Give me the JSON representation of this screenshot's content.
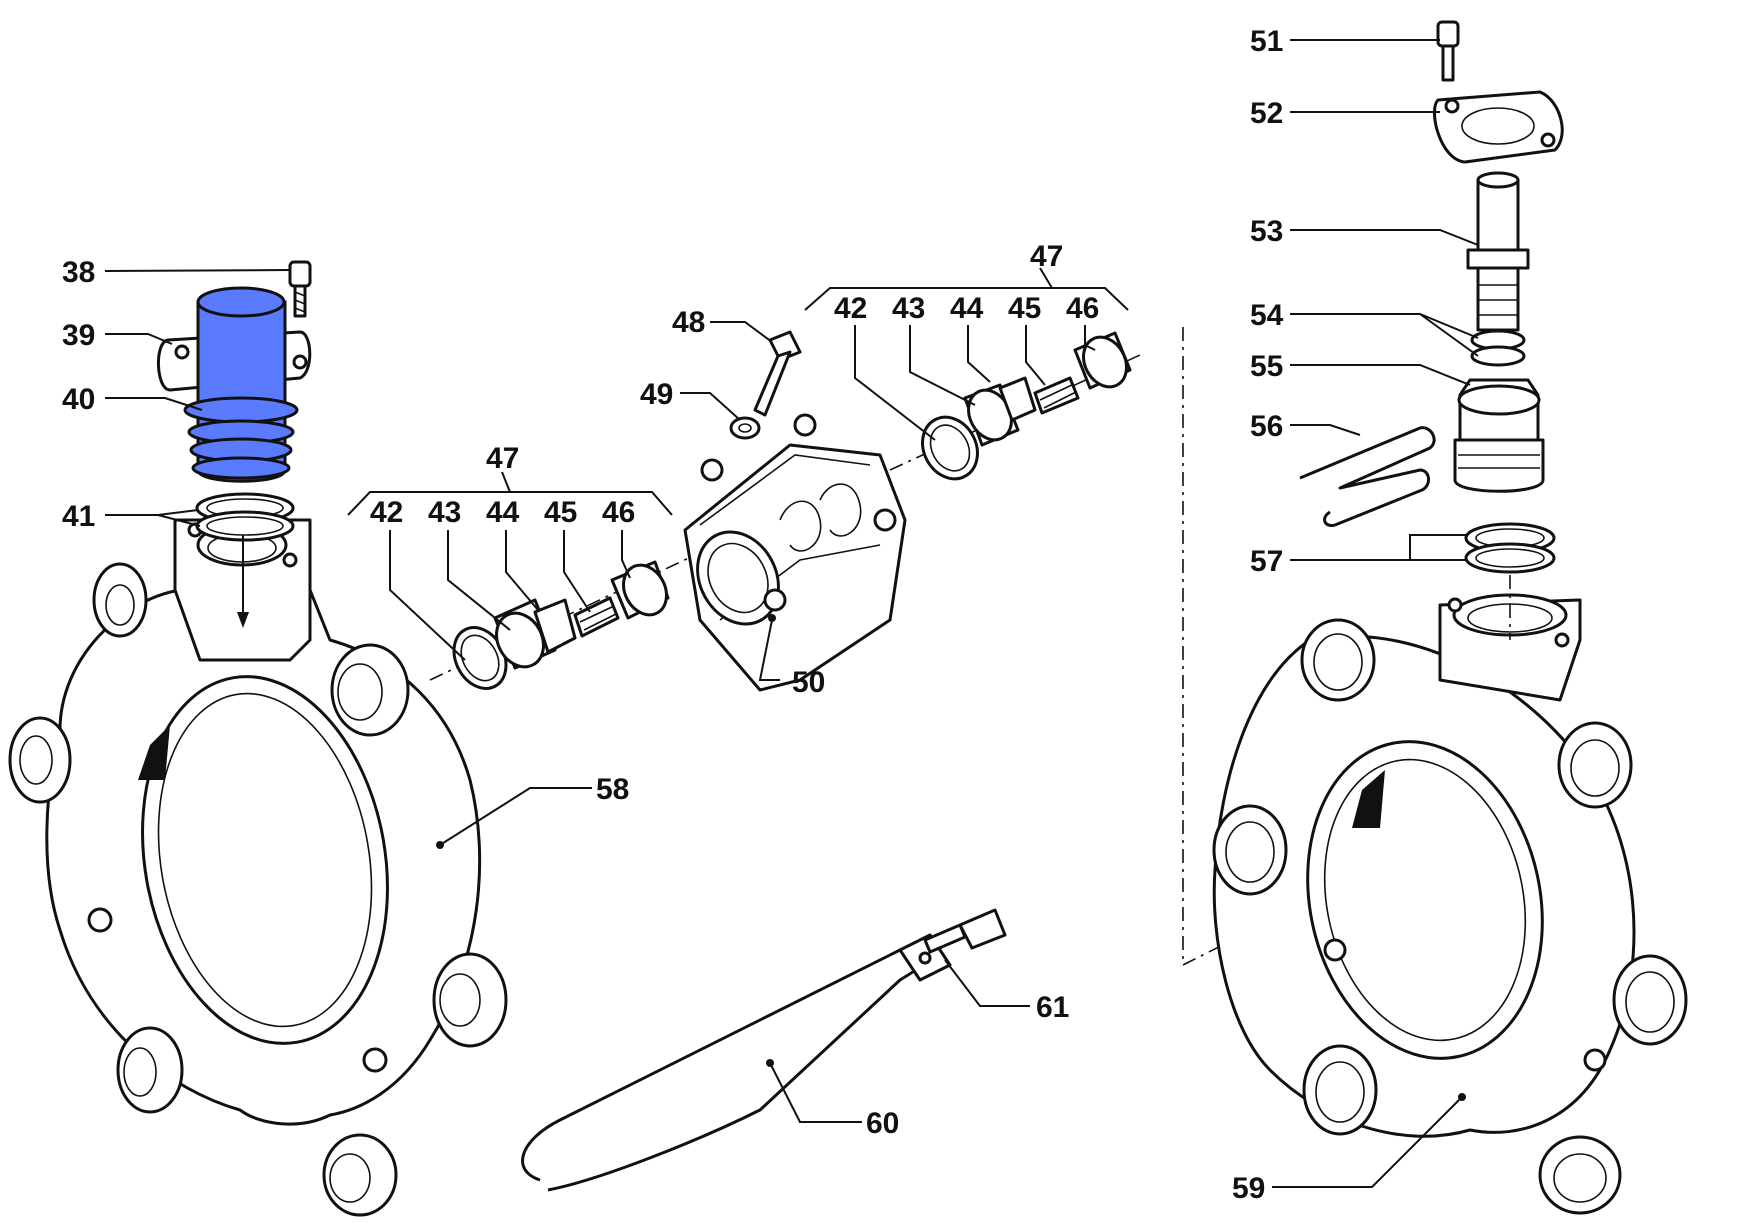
{
  "diagram": {
    "highlight_color": "#5b7bff",
    "line_color": "#111111",
    "callouts": [
      {
        "id": "38",
        "text": "38"
      },
      {
        "id": "39",
        "text": "39"
      },
      {
        "id": "40",
        "text": "40"
      },
      {
        "id": "41",
        "text": "41"
      },
      {
        "id": "47a",
        "text": "47"
      },
      {
        "id": "42a",
        "text": "42"
      },
      {
        "id": "43a",
        "text": "43"
      },
      {
        "id": "44a",
        "text": "44"
      },
      {
        "id": "45a",
        "text": "45"
      },
      {
        "id": "46a",
        "text": "46"
      },
      {
        "id": "48",
        "text": "48"
      },
      {
        "id": "49",
        "text": "49"
      },
      {
        "id": "50",
        "text": "50"
      },
      {
        "id": "47b",
        "text": "47"
      },
      {
        "id": "42b",
        "text": "42"
      },
      {
        "id": "43b",
        "text": "43"
      },
      {
        "id": "44b",
        "text": "44"
      },
      {
        "id": "45b",
        "text": "45"
      },
      {
        "id": "46b",
        "text": "46"
      },
      {
        "id": "51",
        "text": "51"
      },
      {
        "id": "52",
        "text": "52"
      },
      {
        "id": "53",
        "text": "53"
      },
      {
        "id": "54",
        "text": "54"
      },
      {
        "id": "55",
        "text": "55"
      },
      {
        "id": "56",
        "text": "56"
      },
      {
        "id": "57",
        "text": "57"
      },
      {
        "id": "58",
        "text": "58"
      },
      {
        "id": "59",
        "text": "59"
      },
      {
        "id": "60",
        "text": "60"
      },
      {
        "id": "61",
        "text": "61"
      }
    ]
  }
}
